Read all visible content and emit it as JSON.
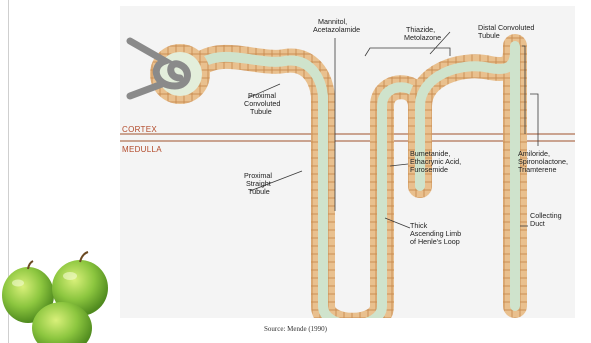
{
  "colors": {
    "panel": "#f4f4f4",
    "tubule_wall": "#e9c08e",
    "tubule_wall_edge": "#c98b4f",
    "lumen": "#cfe3cc",
    "glomerulus": "#8a8a8a",
    "zone_line": "#a0522d",
    "zone_text": "#b24a2a",
    "leader_line": "#3a3a3a",
    "apple": "#8cc63f"
  },
  "zones": {
    "cortex": "CORTEX",
    "medulla": "MEDULLA"
  },
  "labels": {
    "mannitol": [
      "Mannitol,",
      "Acetazolamide"
    ],
    "thiazide": [
      "Thiazide,",
      "Metolazone"
    ],
    "distal": [
      "Distal Convoluted",
      "Tubule"
    ],
    "proximal_convoluted": [
      "Proximal",
      "Convoluted",
      "Tubule"
    ],
    "proximal_straight": [
      "Proximal",
      "Straight",
      "Tubule"
    ],
    "bumetanide": [
      "Bumetanide,",
      "Ethacrynic Acid,",
      "Furosemide"
    ],
    "amiloride": [
      "Amiloride,",
      "Spironolactone,",
      "Triamterene"
    ],
    "thick_limb": [
      "Thick",
      "Ascending Limb",
      "of Henle's Loop"
    ],
    "collecting_duct": [
      "Collecting",
      "Duct"
    ]
  },
  "source": "Source: Mende (1990)",
  "decoration_icon": "green-apples"
}
